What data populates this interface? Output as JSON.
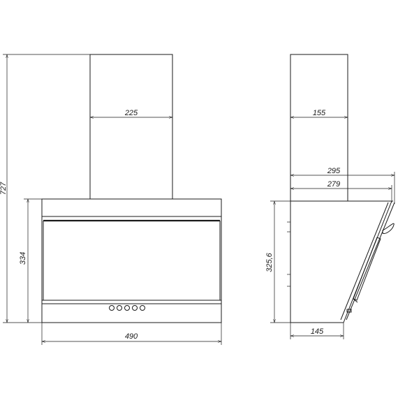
{
  "dimensions": {
    "front_chimney_width": "225",
    "front_total_height": "727",
    "front_body_height": "334",
    "front_body_width": "490",
    "side_chimney_depth": "155",
    "side_top_depth_outer": "295",
    "side_top_depth_inner": "279",
    "side_body_height": "325,6",
    "side_bottom_depth": "145"
  },
  "controls": {
    "button_count": 5
  }
}
